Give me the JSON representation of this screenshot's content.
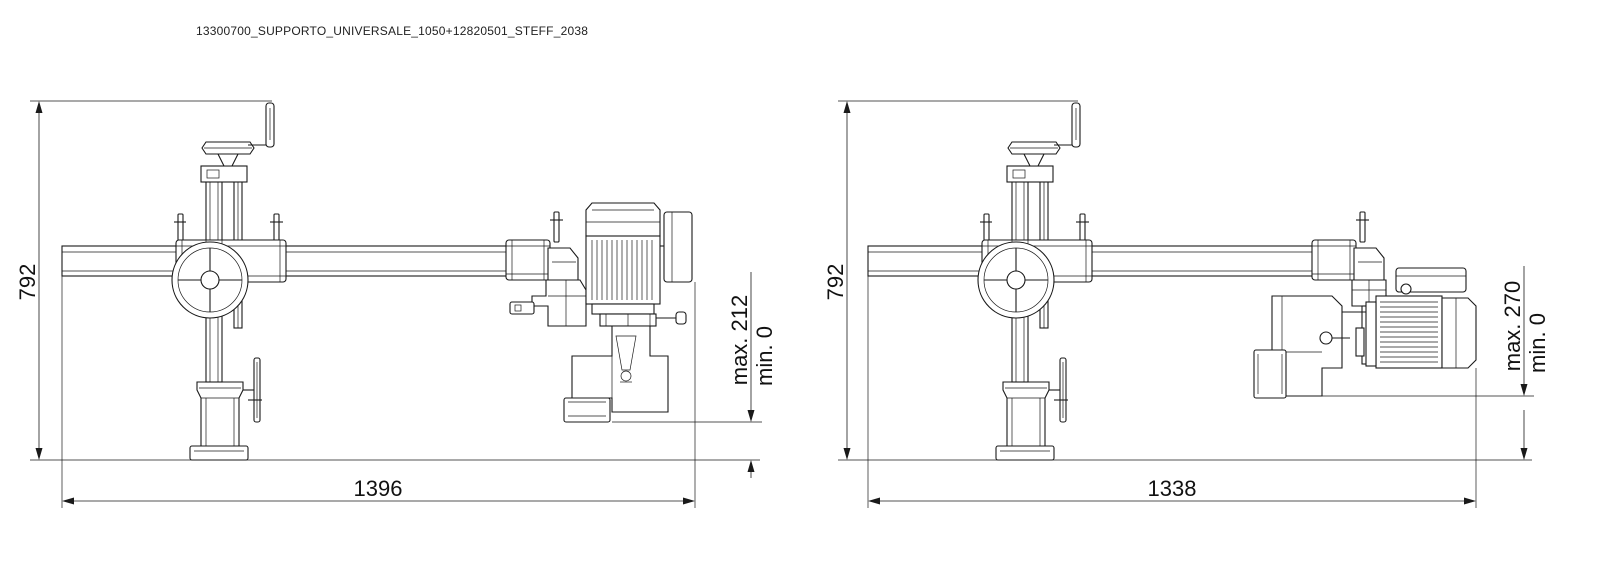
{
  "drawing_title": "13300700_SUPPORTO_UNIVERSALE_1050+12820501_STEFF_2038",
  "views": [
    {
      "height_label": "792",
      "width_label": "1396",
      "range_max_label": "max. 212",
      "range_min_label": "min. 0",
      "motor_orientation": "vertical"
    },
    {
      "height_label": "792",
      "width_label": "1338",
      "range_max_label": "max. 270",
      "range_min_label": "min. 0",
      "motor_orientation": "horizontal"
    }
  ]
}
